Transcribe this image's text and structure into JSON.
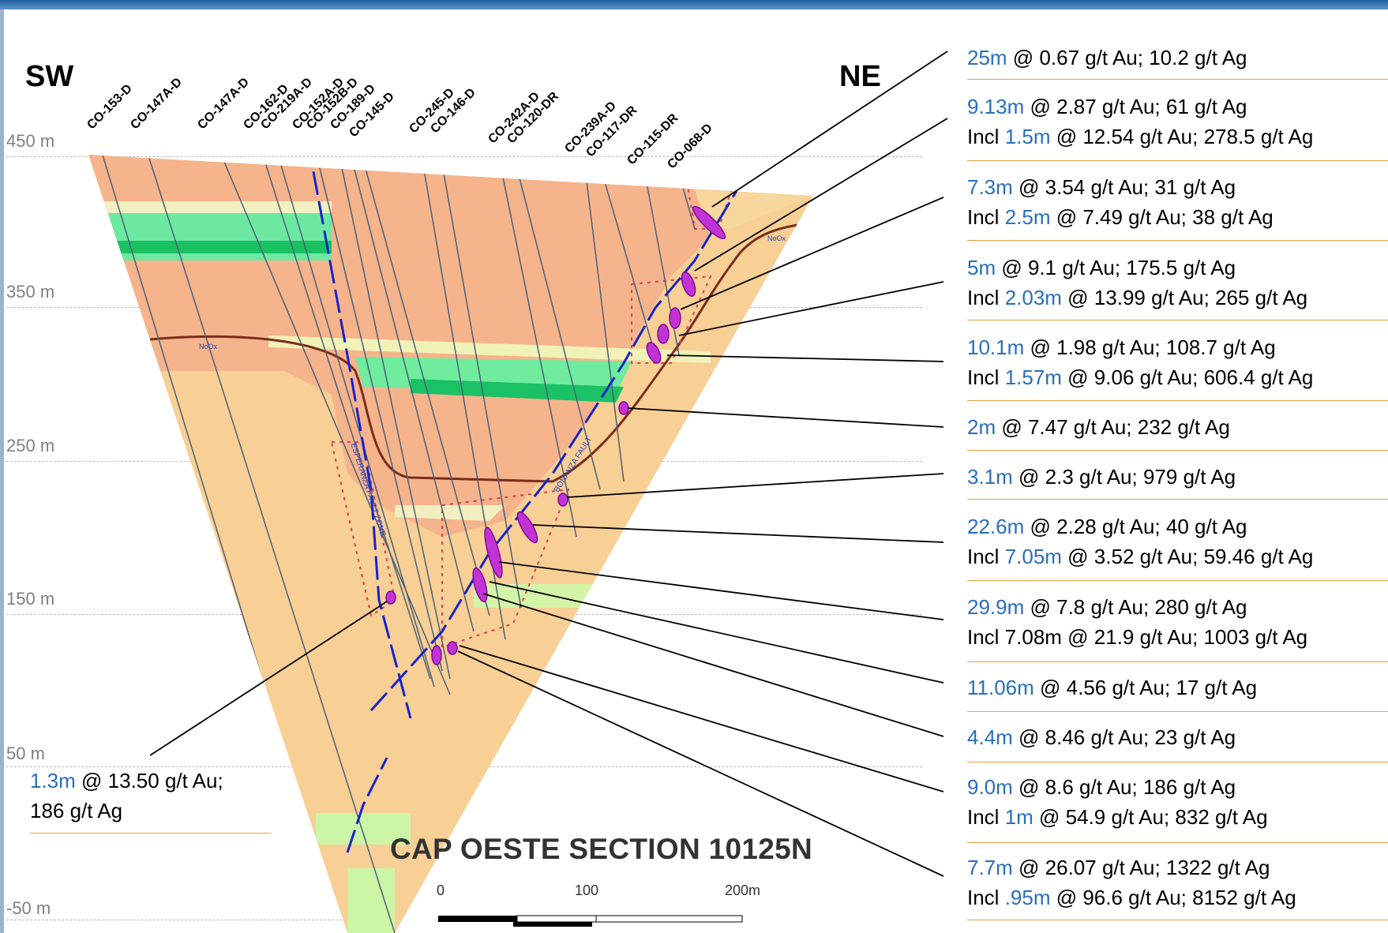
{
  "title": "CAP OESTE SECTION 10125N",
  "directions": {
    "left": "SW",
    "right": "NE"
  },
  "elevations": [
    "450 m",
    "350 m",
    "250 m",
    "150 m",
    "50 m",
    "-50 m"
  ],
  "drill_holes": [
    "CO-153-D",
    "CO-147A-D",
    "CO-147A-D",
    "CO-162-D",
    "CO-219A-D",
    "CO-152A-D",
    "CO-152B-D",
    "CO-189-D",
    "CO-145-D",
    "CO-245-D",
    "CO-146-D",
    "CO-242A-D",
    "CO-120-DR",
    "CO-239A-D",
    "CO-117-DR",
    "CO-115-DR",
    "CO-068-D"
  ],
  "map_labels": {
    "nox_upper": "NoOx",
    "nox_lower": "NoOx",
    "esperanza_fault": "ESPERANZA FAULT ZONE",
    "bonanza_fault": "BONANZA FAULT"
  },
  "scale_bar": {
    "labels": [
      "0",
      "100",
      "200m"
    ]
  },
  "results": [
    {
      "interval": "25m",
      "rest": " @ 0.67 g/t Au; 10.2 g/t Ag"
    },
    {
      "interval": "9.13m",
      "rest": " @ 2.87 g/t Au; 61 g/t Ag",
      "incl_interval": "1.5m",
      "incl_rest": " @ 12.54 g/t Au; 278.5 g/t Ag"
    },
    {
      "interval": "7.3m",
      "rest": " @ 3.54 g/t Au; 31 g/t Ag",
      "incl_interval": "2.5m",
      "incl_rest": " @ 7.49 g/t Au; 38 g/t Ag"
    },
    {
      "interval": "5m",
      "rest": " @ 9.1 g/t Au; 175.5 g/t Ag",
      "incl_interval": "2.03m",
      "incl_rest": " @ 13.99 g/t Au; 265 g/t Ag"
    },
    {
      "interval": "10.1m",
      "rest": " @ 1.98 g/t Au; 108.7 g/t Ag",
      "incl_interval": "1.57m",
      "incl_rest": " @ 9.06 g/t Au; 606.4 g/t Ag"
    },
    {
      "interval": "2m",
      "rest": " @ 7.47 g/t Au; 232 g/t Ag"
    },
    {
      "interval": "3.1m",
      "rest": " @ 2.3 g/t Au; 979 g/t Ag"
    },
    {
      "interval": "22.6m",
      "rest": " @ 2.28 g/t Au; 40 g/t Ag",
      "incl_interval": "7.05m",
      "incl_rest": " @ 3.52 g/t Au; 59.46 g/t Ag"
    },
    {
      "interval": "29.9m",
      "rest": " @ 7.8 g/t Au; 280 g/t Ag",
      "incl_plain": "Incl 7.08m @ 21.9 g/t Au; 1003 g/t Ag"
    },
    {
      "interval": "11.06m",
      "rest": " @ 4.56 g/t Au; 17 g/t Ag"
    },
    {
      "interval": "4.4m",
      "rest": " @ 8.46 g/t Au; 23 g/t Ag"
    },
    {
      "interval": "9.0m",
      "rest": " @ 8.6 g/t Au; 186 g/t Ag",
      "incl_interval": "1m",
      "incl_rest": " @ 54.9 g/t Au; 832 g/t Ag"
    },
    {
      "interval": "7.7m",
      "rest": " @ 26.07 g/t Au; 1322 g/t Ag",
      "incl_interval": ".95m",
      "incl_rest": " @ 96.6 g/t Au; 8152 g/t Ag"
    }
  ],
  "incl_word": "Incl ",
  "left_result": {
    "interval": "1.3m",
    "line1_rest": " @ 13.50 g/t Au;",
    "line2": "186 g/t Ag"
  }
}
